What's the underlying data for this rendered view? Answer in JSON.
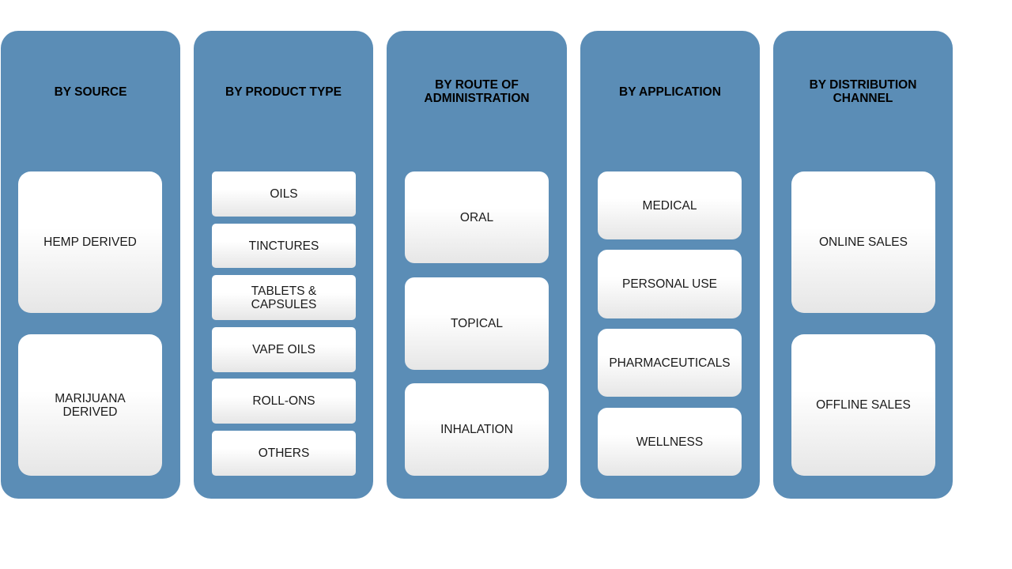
{
  "colors": {
    "column_fill": "#5b8db6",
    "box_top": "#ffffff",
    "box_bottom": "#e6e6e6",
    "text": "#000000"
  },
  "columns": [
    {
      "title": "BY SOURCE",
      "items": [
        "HEMP DERIVED",
        "MARIJUANA DERIVED"
      ]
    },
    {
      "title": "BY PRODUCT TYPE",
      "items": [
        "OILS",
        "TINCTURES",
        "TABLETS & CAPSULES",
        "VAPE OILS",
        "ROLL-ONS",
        "OTHERS"
      ]
    },
    {
      "title": "BY ROUTE OF ADMINISTRATION",
      "items": [
        "ORAL",
        "TOPICAL",
        "INHALATION"
      ]
    },
    {
      "title": "BY APPLICATION",
      "items": [
        "MEDICAL",
        "PERSONAL USE",
        "PHARMACEUTICALS",
        "WELLNESS"
      ]
    },
    {
      "title": "BY DISTRIBUTION CHANNEL",
      "items": [
        "ONLINE SALES",
        "OFFLINE SALES"
      ]
    }
  ]
}
